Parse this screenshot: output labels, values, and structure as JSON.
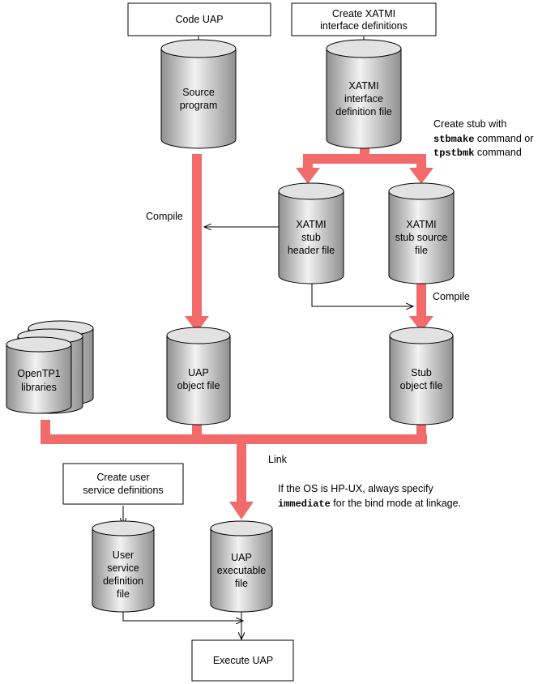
{
  "boxes": {
    "code_uap": "Code UAP",
    "create_xatmi": [
      "Create XATMI",
      "interface definitions"
    ],
    "create_user_service": [
      "Create user",
      "service definitions"
    ],
    "execute_uap": "Execute UAP"
  },
  "cylinders": {
    "source_program": [
      "Source",
      "program"
    ],
    "xatmi_interface_def_file": [
      "XATMI",
      "interface",
      "definition file"
    ],
    "xatmi_stub_header": [
      "XATMI",
      "stub",
      "header file"
    ],
    "xatmi_stub_source": [
      "XATMI",
      "stub source",
      "file"
    ],
    "opentp1_libraries": [
      "OpenTP1",
      "libraries"
    ],
    "uap_object_file": [
      "UAP",
      "object file"
    ],
    "stub_object_file": [
      "Stub",
      "object file"
    ],
    "user_service_def_file": [
      "User",
      "service",
      "definition",
      "file"
    ],
    "uap_executable_file": [
      "UAP",
      "executable",
      "file"
    ]
  },
  "labels": {
    "create_stub": {
      "line1": "Create stub with",
      "line2_cmd": "stbmake",
      "line2_rest": " command or",
      "line3_cmd": "tpstbmk",
      "line3_rest": " command"
    },
    "compile_left": "Compile",
    "compile_right": "Compile",
    "link": "Link",
    "hpux_note": {
      "line1": "If the OS is HP-UX, always specify",
      "line2_cmd": "immediate",
      "line2_rest": " for the bind mode at linkage."
    }
  },
  "colors": {
    "flow_arrow": "#f26a6a",
    "cylinder_body_light": "#f2f2f2",
    "cylinder_body_dark": "#8f8f8f",
    "outline": "#000000"
  }
}
